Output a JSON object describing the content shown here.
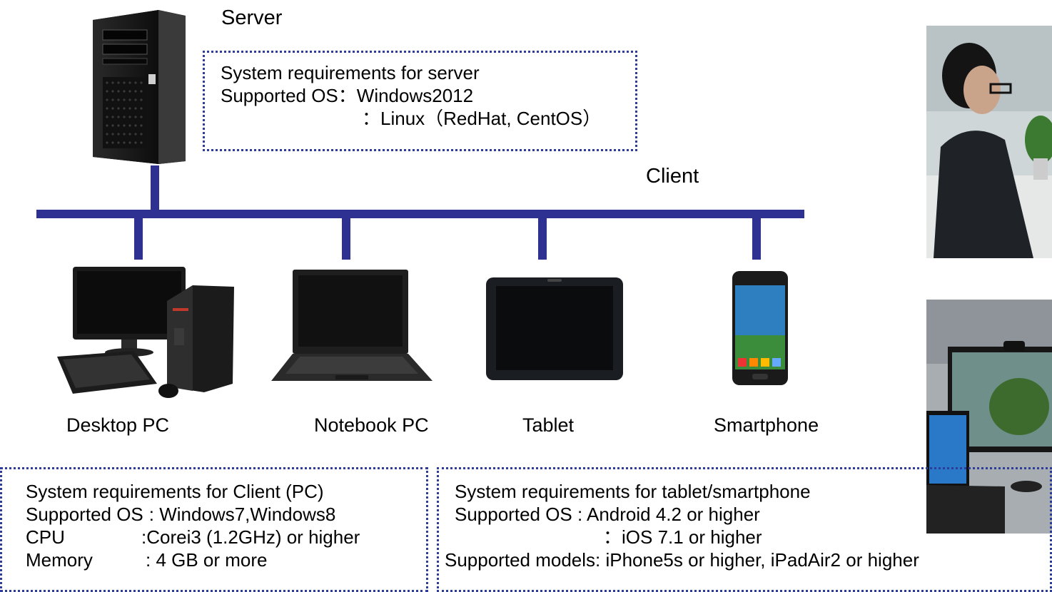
{
  "server": {
    "label": "Server",
    "box": {
      "line1": "System requirements for server",
      "line2": "Supported OS：Windows2012",
      "line3": "：Linux（RedHat, CentOS）"
    }
  },
  "client_label": "Client",
  "devices": [
    {
      "label": "Desktop PC",
      "icon": "desktop-pc-icon"
    },
    {
      "label": "Notebook PC",
      "icon": "notebook-pc-icon"
    },
    {
      "label": "Tablet",
      "icon": "tablet-icon"
    },
    {
      "label": "Smartphone",
      "icon": "smartphone-icon"
    }
  ],
  "pc_requirements": {
    "title": "System requirements for Client (PC)",
    "os_label": "Supported OS",
    "os_value": ": Windows7,Windows8",
    "cpu_label": "CPU",
    "cpu_value": ":Corei3 (1.2GHz) or higher",
    "memory_label": "Memory",
    "memory_value": ": 4 GB or more"
  },
  "mobile_requirements": {
    "title": "System requirements for tablet/smartphone",
    "os_line": "Supported OS : Android 4.2 or higher",
    "os_line2": "：iOS 7.1 or higher",
    "models_line": "Supported models: iPhone5s or higher, iPadAir2 or higher"
  },
  "colors": {
    "bus": "#2e3192",
    "box_border": "#2f3d9a"
  }
}
